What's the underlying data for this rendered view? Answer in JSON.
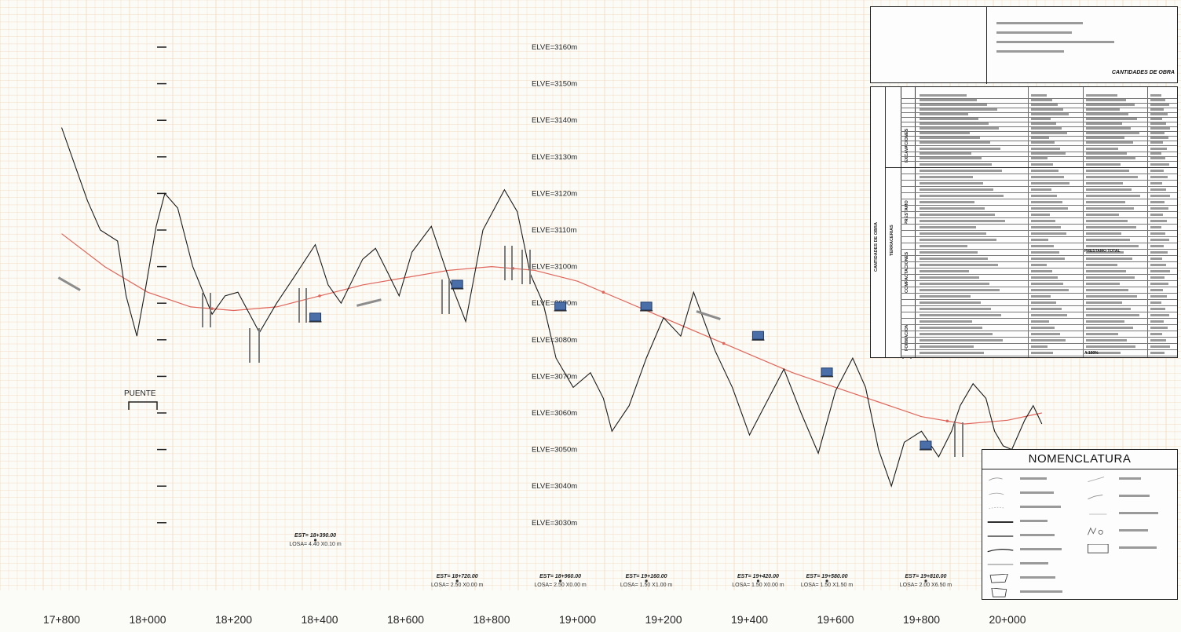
{
  "profile": {
    "puente_label": "PUENTE",
    "elevations": [
      {
        "label": "ELVE=3160m",
        "value": 3160
      },
      {
        "label": "ELVE=3150m",
        "value": 3150
      },
      {
        "label": "ELVE=3140m",
        "value": 3140
      },
      {
        "label": "ELVE=3130m",
        "value": 3130
      },
      {
        "label": "ELVE=3120m",
        "value": 3120
      },
      {
        "label": "ELVE=3110m",
        "value": 3110
      },
      {
        "label": "ELVE=3100m",
        "value": 3100
      },
      {
        "label": "ELVE=3090m",
        "value": 3090
      },
      {
        "label": "ELVE=3080m",
        "value": 3080
      },
      {
        "label": "ELVE=3070m",
        "value": 3070
      },
      {
        "label": "ELVE=3060m",
        "value": 3060
      },
      {
        "label": "ELVE=3050m",
        "value": 3050
      },
      {
        "label": "ELVE=3040m",
        "value": 3040
      },
      {
        "label": "ELVE=3030m",
        "value": 3030
      }
    ],
    "stations": [
      "17+800",
      "18+000",
      "18+200",
      "18+400",
      "18+600",
      "18+800",
      "19+000",
      "19+200",
      "19+400",
      "19+600",
      "19+800",
      "20+000"
    ],
    "station_values": [
      17800,
      18000,
      18200,
      18400,
      18600,
      18800,
      19000,
      19200,
      19400,
      19600,
      19800,
      20000
    ],
    "terrain": [
      [
        17800,
        3138
      ],
      [
        17830,
        3128
      ],
      [
        17860,
        3118
      ],
      [
        17890,
        3110
      ],
      [
        17930,
        3107
      ],
      [
        17950,
        3092
      ],
      [
        17975,
        3081
      ],
      [
        17995,
        3094
      ],
      [
        18020,
        3111
      ],
      [
        18040,
        3120
      ],
      [
        18070,
        3116
      ],
      [
        18105,
        3100
      ],
      [
        18150,
        3087
      ],
      [
        18180,
        3092
      ],
      [
        18210,
        3093
      ],
      [
        18260,
        3082
      ],
      [
        18300,
        3090
      ],
      [
        18340,
        3097
      ],
      [
        18390,
        3106
      ],
      [
        18420,
        3095
      ],
      [
        18450,
        3090
      ],
      [
        18500,
        3102
      ],
      [
        18530,
        3105
      ],
      [
        18560,
        3098
      ],
      [
        18585,
        3092
      ],
      [
        18615,
        3104
      ],
      [
        18660,
        3111
      ],
      [
        18700,
        3097
      ],
      [
        18740,
        3085
      ],
      [
        18780,
        3110
      ],
      [
        18830,
        3121
      ],
      [
        18860,
        3115
      ],
      [
        18890,
        3098
      ],
      [
        18920,
        3090
      ],
      [
        18950,
        3075
      ],
      [
        18990,
        3067
      ],
      [
        19030,
        3071
      ],
      [
        19060,
        3064
      ],
      [
        19080,
        3055
      ],
      [
        19120,
        3062
      ],
      [
        19160,
        3075
      ],
      [
        19200,
        3086
      ],
      [
        19240,
        3081
      ],
      [
        19270,
        3093
      ],
      [
        19320,
        3077
      ],
      [
        19360,
        3067
      ],
      [
        19400,
        3054
      ],
      [
        19440,
        3063
      ],
      [
        19480,
        3072
      ],
      [
        19520,
        3060
      ],
      [
        19560,
        3049
      ],
      [
        19600,
        3066
      ],
      [
        19640,
        3075
      ],
      [
        19670,
        3067
      ],
      [
        19700,
        3050
      ],
      [
        19730,
        3040
      ],
      [
        19760,
        3052
      ],
      [
        19800,
        3055
      ],
      [
        19840,
        3048
      ],
      [
        19870,
        3055
      ],
      [
        19890,
        3062
      ],
      [
        19920,
        3068
      ],
      [
        19950,
        3064
      ],
      [
        19970,
        3055
      ],
      [
        19990,
        3051
      ],
      [
        20010,
        3050
      ],
      [
        20040,
        3058
      ],
      [
        20060,
        3062
      ],
      [
        20080,
        3057
      ]
    ],
    "grade": [
      [
        17800,
        3109
      ],
      [
        17900,
        3100
      ],
      [
        18000,
        3093
      ],
      [
        18100,
        3089
      ],
      [
        18200,
        3088
      ],
      [
        18300,
        3089
      ],
      [
        18400,
        3092
      ],
      [
        18500,
        3095
      ],
      [
        18600,
        3097
      ],
      [
        18700,
        3099
      ],
      [
        18800,
        3100
      ],
      [
        18900,
        3099
      ],
      [
        19000,
        3096
      ],
      [
        19100,
        3091
      ],
      [
        19200,
        3086
      ],
      [
        19300,
        3081
      ],
      [
        19400,
        3076
      ],
      [
        19500,
        3071
      ],
      [
        19600,
        3067
      ],
      [
        19700,
        3063
      ],
      [
        19800,
        3059
      ],
      [
        19900,
        3057
      ],
      [
        20000,
        3058
      ],
      [
        20080,
        3060
      ]
    ],
    "culverts": [
      {
        "est": "EST= 18+390.00",
        "losa": "LOSA= 4.40 X0.10 m",
        "station": 18390
      },
      {
        "est": "EST= 18+720.00",
        "losa": "LOSA= 2.50 X0.00 m",
        "station": 18720
      },
      {
        "est": "EST= 18+960.00",
        "losa": "LOSA= 2.50 X0.00 m",
        "station": 18960
      },
      {
        "est": "EST= 19+160.00",
        "losa": "LOSA= 1.50 X1.00 m",
        "station": 19160
      },
      {
        "est": "EST= 19+420.00",
        "losa": "LOSA= 1.50 X0.00 m",
        "station": 19420
      },
      {
        "est": "EST= 19+580.00",
        "losa": "LOSA= 1.50 X1.50 m",
        "station": 19580
      },
      {
        "est": "EST= 19+810.00",
        "losa": "LOSA= 2.00 X6.50 m",
        "station": 19810
      }
    ]
  },
  "title_block": {
    "qty_title": "CANTIDADES DE OBRA",
    "lines": [
      "",
      "",
      "",
      ""
    ]
  },
  "qty_table": {
    "outer_label": "CANTIDADES DE OBRA",
    "sub_label": "TERRACERIAS",
    "sections": [
      "EXCAVACIONES",
      "PRESTAMO",
      "COMPACTACIONES",
      "FORMACION"
    ],
    "total_row": "PRESTAMO TOTAL",
    "last_pct": "A 100%"
  },
  "legend": {
    "title": "NOMENCLATURA",
    "left_items": [
      "",
      "",
      "",
      "",
      "",
      "",
      "",
      "",
      ""
    ],
    "right_items": [
      "",
      "",
      "",
      "",
      ""
    ]
  }
}
